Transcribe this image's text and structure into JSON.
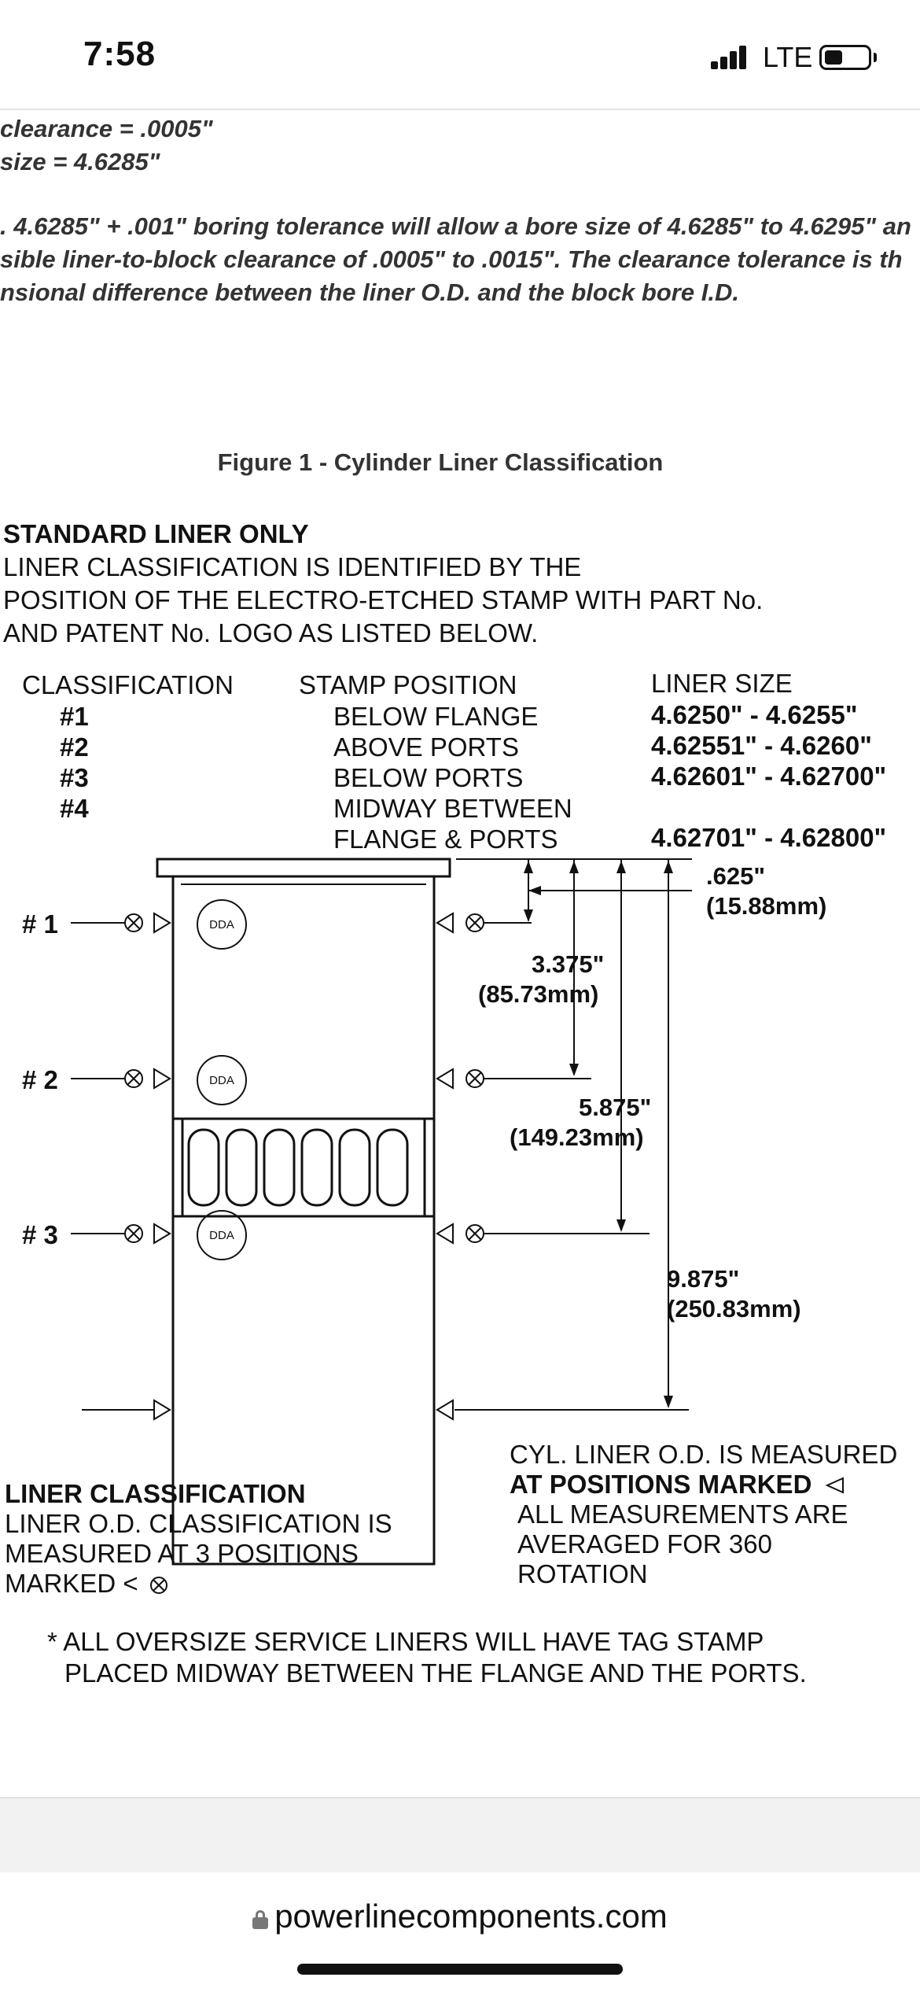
{
  "status": {
    "time": "7:58",
    "network": "LTE"
  },
  "icons": {
    "signal": "signal-bars-icon",
    "battery": "battery-icon",
    "lock": "lock-icon",
    "stamp_symbol": "crossed-circle-icon",
    "marker_symbol": "open-triangle-icon"
  },
  "doc": {
    "top_line1": "clearance = .0005\"",
    "top_line2": "size = 4.6285\"",
    "para_line1": ". 4.6285\" + .001\" boring tolerance will allow a bore size of 4.6285\" to 4.6295\" an",
    "para_line2": "sible liner-to-block clearance of .0005\" to .0015\". The clearance tolerance is th",
    "para_line3": "nsional difference between the liner O.D. and the block bore I.D.",
    "figure_title": "Figure 1 - Cylinder Liner Classification"
  },
  "figure": {
    "heading": "STANDARD LINER ONLY",
    "intro_lines": [
      "LINER CLASSIFICATION IS IDENTIFIED BY THE",
      "POSITION OF THE ELECTRO-ETCHED STAMP WITH PART No.",
      "AND PATENT No. LOGO AS LISTED BELOW."
    ],
    "table": {
      "headers": [
        "CLASSIFICATION",
        "STAMP POSITION",
        "LINER SIZE"
      ],
      "rows": [
        {
          "cls": "#1",
          "pos": "BELOW FLANGE",
          "size": "4.6250\" - 4.6255\""
        },
        {
          "cls": "#2",
          "pos": "ABOVE PORTS",
          "size": "4.62551\" - 4.6260\""
        },
        {
          "cls": "#3",
          "pos": "BELOW PORTS",
          "size": "4.62601\" - 4.62700\""
        },
        {
          "cls": "#4",
          "pos": "MIDWAY BETWEEN",
          "pos2": "FLANGE & PORTS",
          "size": "4.62701\" - 4.62800\""
        }
      ]
    },
    "labels": [
      "# 1",
      "# 2",
      "# 3"
    ],
    "stamp_text": "DDA",
    "dims": [
      {
        "in": ".625\"",
        "mm": "(15.88mm)"
      },
      {
        "in": "3.375\"",
        "mm": "(85.73mm)"
      },
      {
        "in": "5.875\"",
        "mm": "(149.23mm)"
      },
      {
        "in": "9.875\"",
        "mm": "(250.83mm)"
      }
    ],
    "left_note": {
      "title": "LINER CLASSIFICATION",
      "lines": [
        "LINER O.D. CLASSIFICATION IS",
        "MEASURED AT 3 POSITIONS",
        "MARKED <"
      ]
    },
    "right_note": {
      "lines": [
        "CYL. LINER O.D. IS MEASURED",
        "AT POSITIONS MARKED",
        "ALL MEASUREMENTS ARE",
        "AVERAGED FOR 360",
        "ROTATION"
      ]
    },
    "footnote_lines": [
      "* ALL OVERSIZE SERVICE LINERS WILL HAVE TAG STAMP",
      "PLACED MIDWAY BETWEEN THE FLANGE AND THE PORTS."
    ]
  },
  "browser": {
    "url": "powerlinecomponents.com"
  }
}
